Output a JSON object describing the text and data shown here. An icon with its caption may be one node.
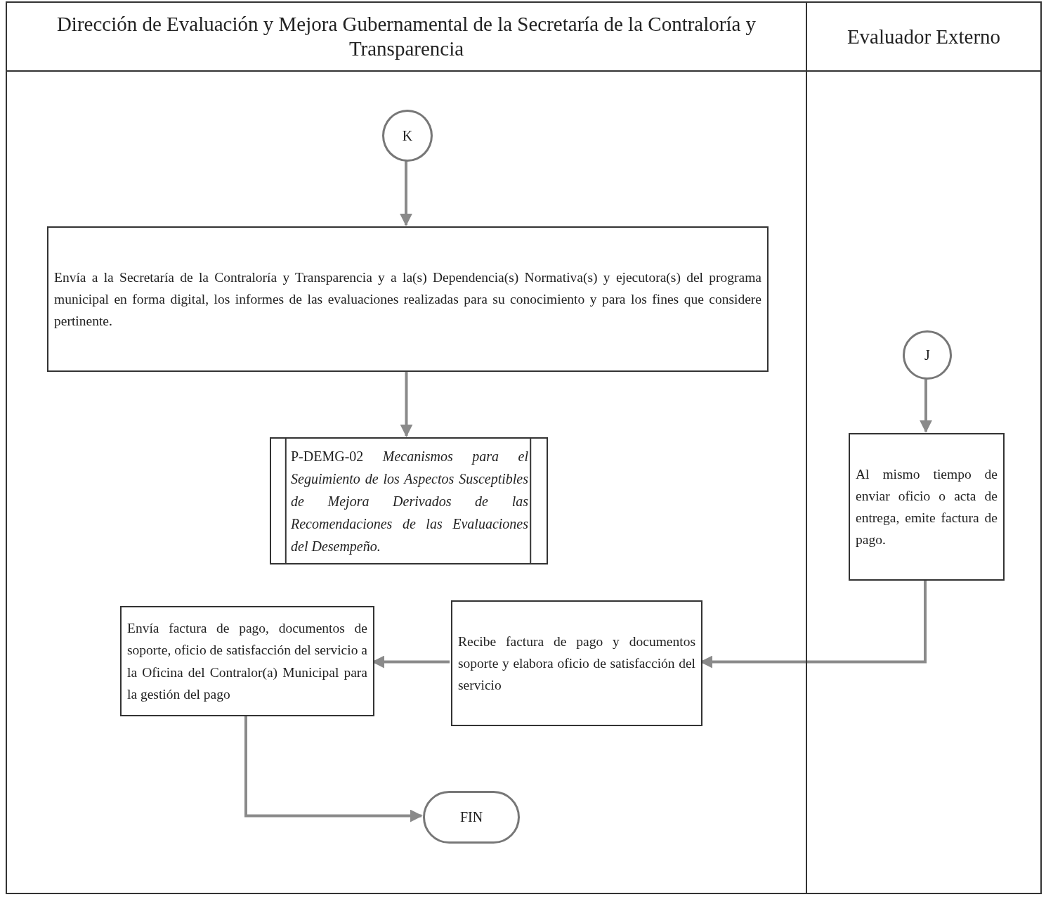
{
  "diagram": {
    "nodes": [
      {
        "text": [
          "Dirección de Evaluación y Mejora Gubernamental de la Secretaría de la Contraloría y Transparencia"
        ]
      },
      {
        "text": [
          "Evaluador Externo"
        ]
      },
      {
        "text": [
          "K"
        ],
        "in": 0
      },
      {
        "text": [
          "Envía a la Secretaría de la Contraloría y Transparencia y a la(s) Dependencia(s) Normativa(s) y ejecutora(s) del programa municipal en forma digital, los informes de las evaluaciones realizadas para su conocimiento y para los fines que considere pertinente."
        ],
        "in": 0
      },
      {
        "text": [
          "P-DEMG-02 *Mecanismos para el Seguimiento de los Aspectos Susceptibles de Mejora Derivados de las Recomendaciones de las Evaluaciones del Desempeño.*"
        ],
        "in": 0
      },
      {
        "text": [
          "J"
        ],
        "in": 1
      },
      {
        "text": [
          "Al mismo tiempo de enviar oficio o acta de entrega, emite factura de pago."
        ],
        "in": 1
      },
      {
        "text": [
          "Recibe factura de pago y documentos soporte y elabora oficio de satisfacción del servicio"
        ],
        "in": 0
      },
      {
        "text": [
          "Envía factura de pago, documentos de soporte, oficio de satisfacción del servicio a la Oficina del Contralor(a) Municipal para la gestión del pago"
        ],
        "in": 0
      },
      {
        "text": [
          "FIN"
        ],
        "in": 0
      }
    ],
    "edges": [
      {
        "from": 2,
        "to": 3,
        "arrow": "to"
      },
      {
        "from": 3,
        "to": 4,
        "arrow": "to"
      },
      {
        "from": 5,
        "to": 6,
        "arrow": "to"
      },
      {
        "from": 6,
        "to": 7,
        "arrow": "to"
      },
      {
        "from": 7,
        "to": 8,
        "arrow": "to"
      },
      {
        "from": 8,
        "to": 9,
        "arrow": "to"
      }
    ]
  }
}
